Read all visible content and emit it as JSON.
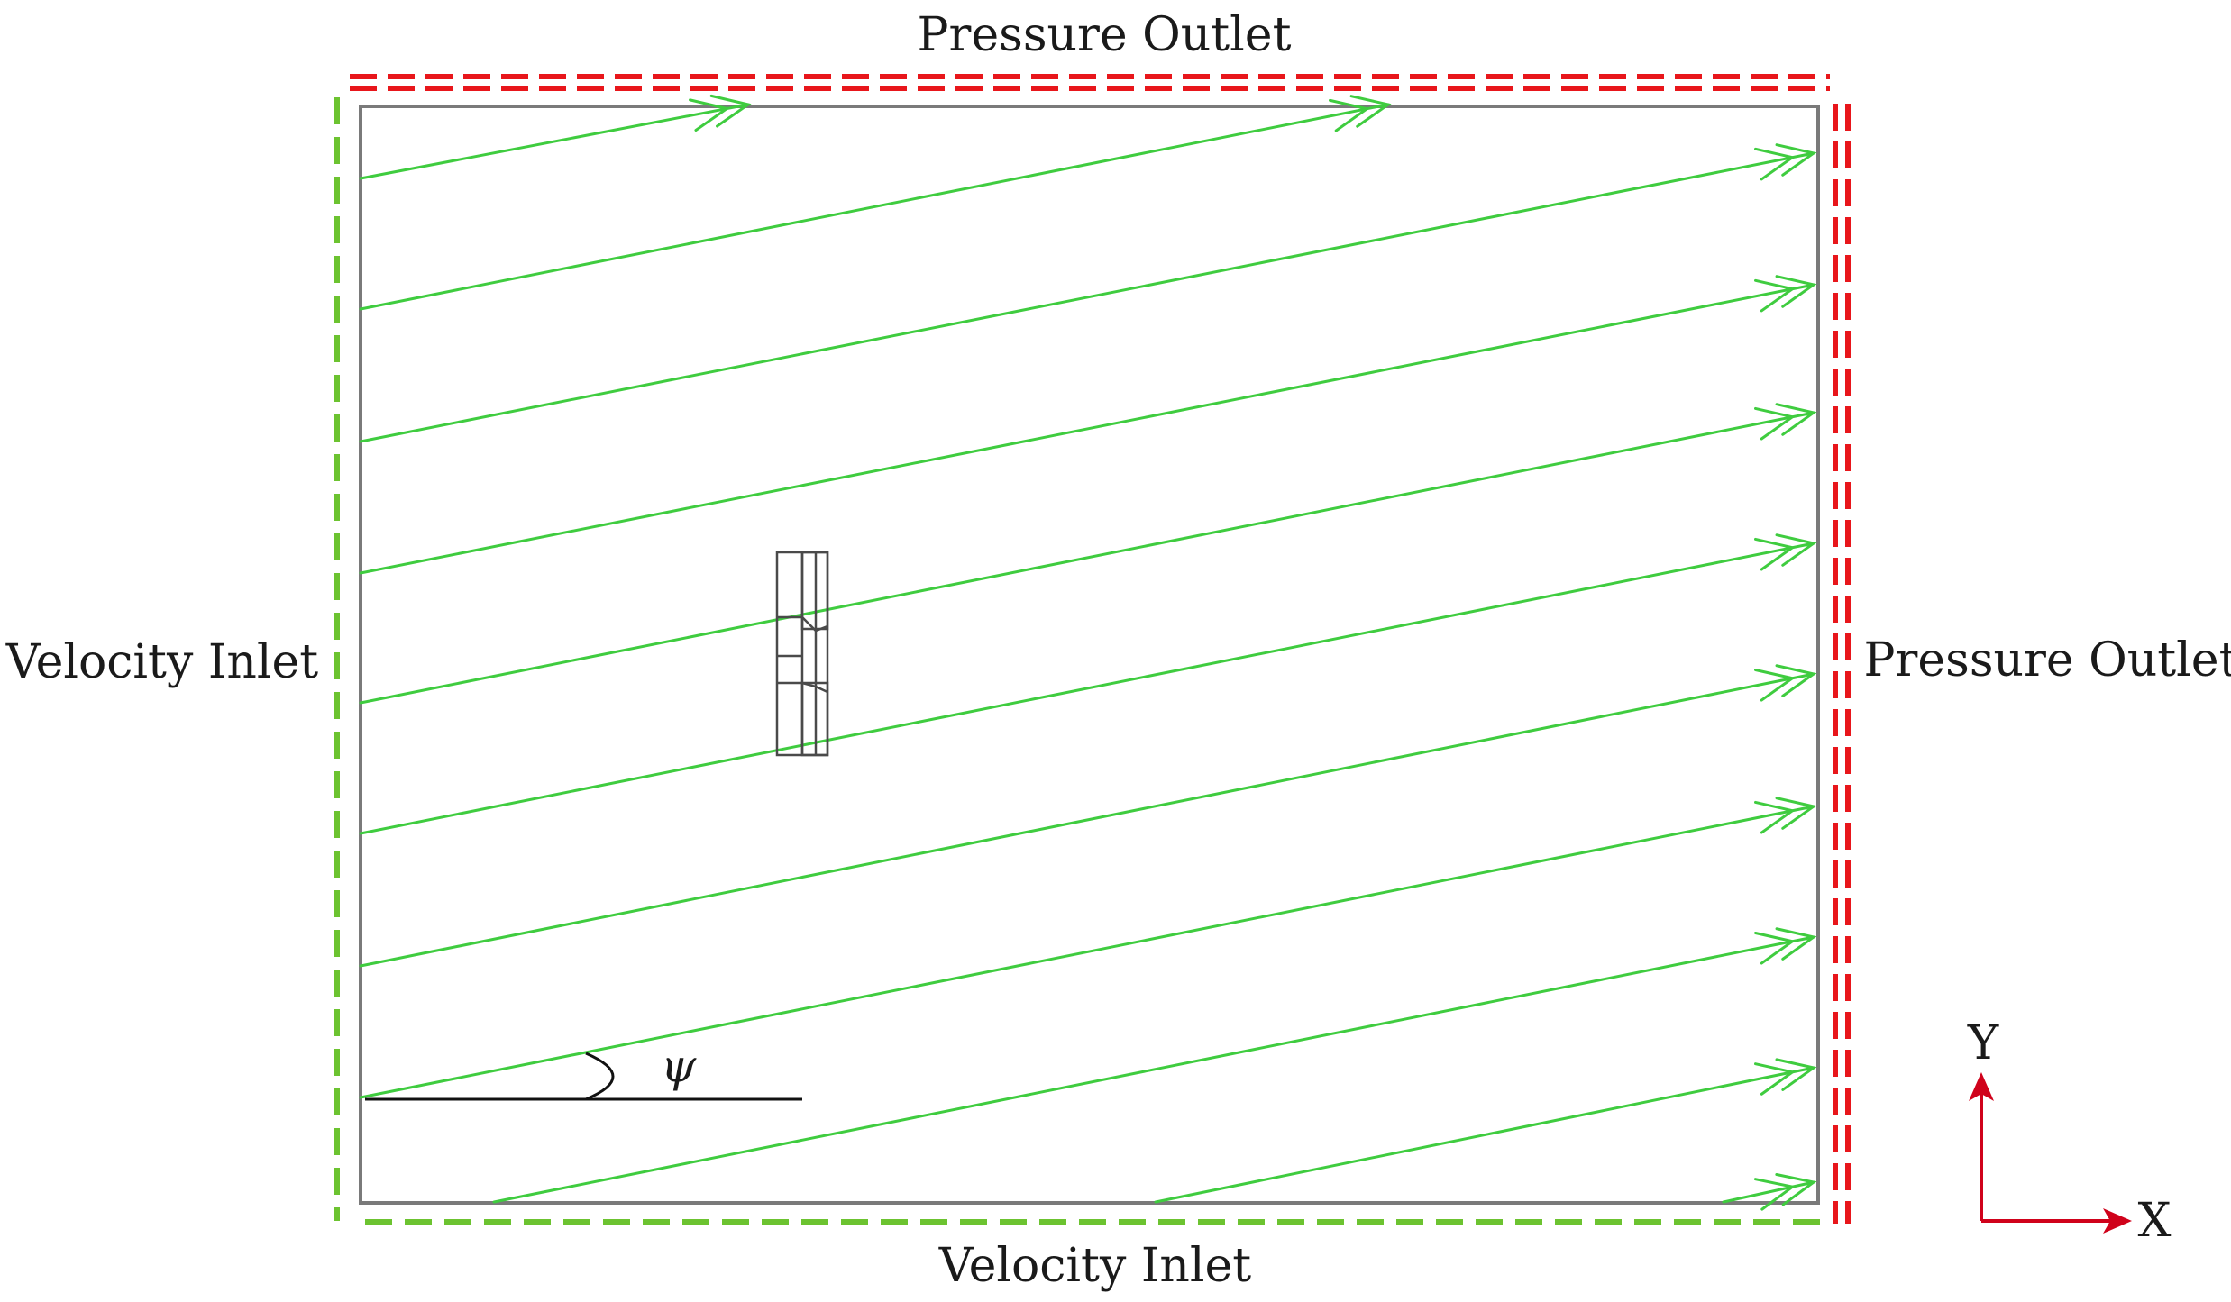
{
  "labels": {
    "top": "Pressure Outlet",
    "right": "Pressure Outlet",
    "left": "Velocity Inlet",
    "bottom": "Velocity Inlet",
    "angle": "ψ",
    "axis_x": "X",
    "axis_y": "Y"
  },
  "colors": {
    "pressure_outlet_boundary": "#e8161b",
    "velocity_inlet_boundary": "#6cc330",
    "streamline": "#3fcc3f",
    "domain": "#7a7a7a",
    "axes": "#d0021b",
    "body": "#4a4a4a"
  }
}
